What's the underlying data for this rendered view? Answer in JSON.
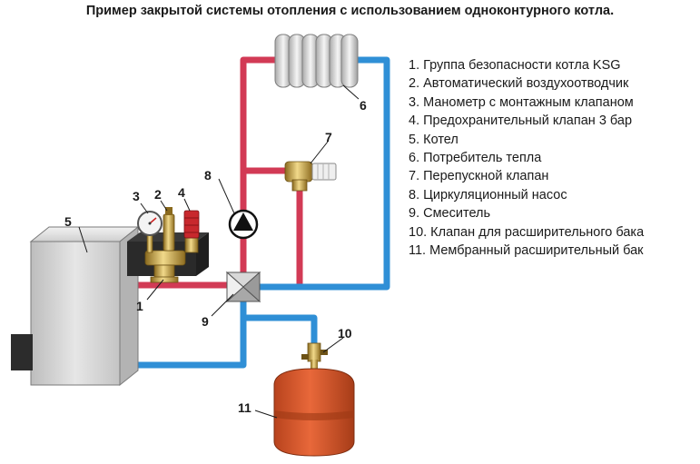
{
  "title": "Пример закрытой системы отопления с использованием одноконтурного котла.",
  "legend": [
    "1. Группа безопасности котла KSG",
    "2. Автоматический воздухоотводчик",
    "3. Манометр с монтажным клапаном",
    "4. Предохранительный клапан 3 бар",
    "5. Котел",
    "6. Потребитель тепла",
    "7. Перепускной клапан",
    "8. Циркуляционный насос",
    "9. Смеситель",
    "10. Клапан для расширительного бака",
    "11. Мембранный расширительный бак"
  ],
  "callouts": {
    "n1": "1",
    "n2": "2",
    "n3": "3",
    "n4": "4",
    "n5": "5",
    "n6": "6",
    "n7": "7",
    "n8": "8",
    "n9": "9",
    "n10": "10",
    "n11": "11"
  },
  "colors": {
    "supply_pipe": "#d23a55",
    "return_pipe": "#2f8fd6",
    "boiler": "#d9d9d9",
    "tank": "#d9542a",
    "brass": "#c9a548",
    "radiator": "#dcdcdc"
  }
}
